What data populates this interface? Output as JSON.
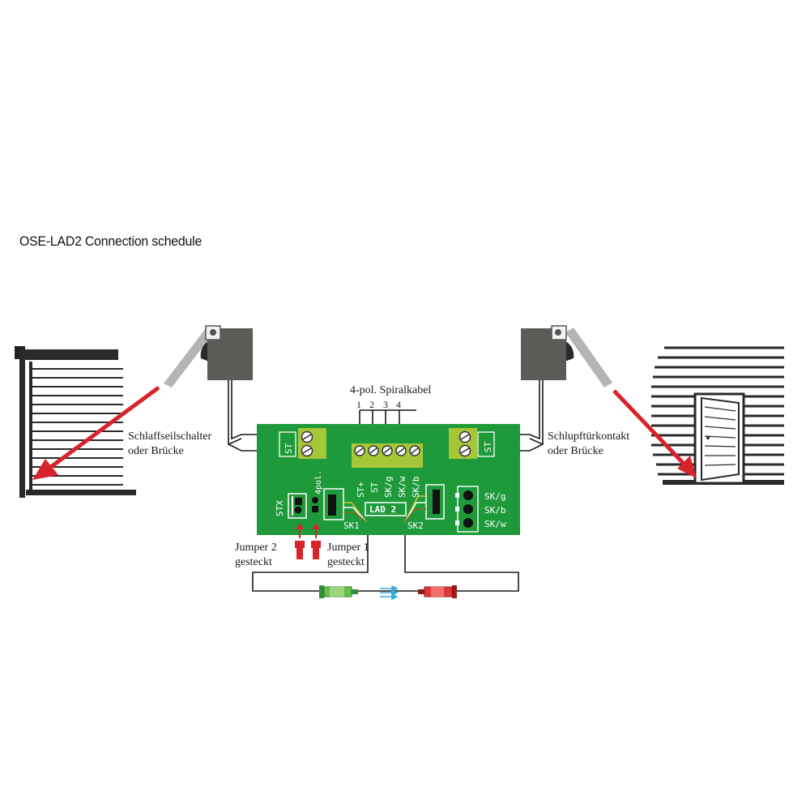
{
  "title": "OSE-LAD2 Connection schedule",
  "cable_label": "4-pol. Spiralkabel",
  "cable_pins": [
    "1",
    "2",
    "3",
    "4"
  ],
  "left_switch": {
    "line1": "Schlaffseilschalter",
    "line2": "oder Brücke"
  },
  "right_switch": {
    "line1": "Schlupftürkontakt",
    "line2": "oder Brücke"
  },
  "board": {
    "name": "LAD 2",
    "st_label": "ST",
    "stx_label": "STX",
    "jumper_label": "4pol.",
    "terminal_labels": [
      "ST+",
      "ST",
      "SK/g",
      "SK/w",
      "SK/b"
    ],
    "sk1": "SK1",
    "sk2": "SK2",
    "right_labels": [
      "SK/g",
      "SK/b",
      "SK/w"
    ]
  },
  "jumper2": {
    "line1": "Jumper 2",
    "line2": "gesteckt"
  },
  "jumper1": {
    "line1": "Jumper 1",
    "line2": "gesteckt"
  },
  "colors": {
    "board": "#1e9a3a",
    "terminal": "#a6c63a",
    "arrow_red": "#d8232a",
    "housing": "#5b5b58",
    "signal_blue": "#39a9e0"
  }
}
